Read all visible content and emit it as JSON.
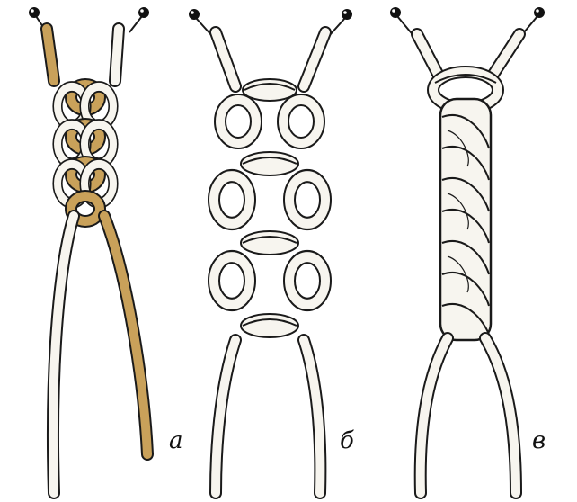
{
  "panels": [
    {
      "id": "a",
      "label": "а"
    },
    {
      "id": "b",
      "label": "б"
    },
    {
      "id": "v",
      "label": "в"
    }
  ],
  "colors": {
    "background": "#ffffff",
    "outline": "#1a1a1a",
    "cord_white": "#f7f5ef",
    "cord_tan": "#c9a15a",
    "cord_tan_dark": "#8a6a2e",
    "pin_head": "#111111"
  }
}
